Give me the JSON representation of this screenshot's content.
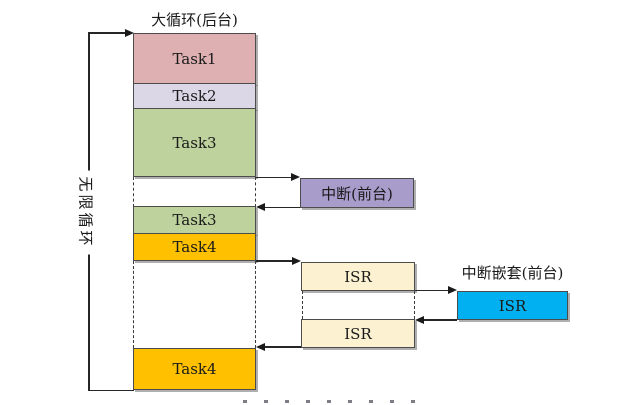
{
  "diagram": {
    "title": "大循环(后台)",
    "loop_label": "无限循环",
    "background_tasks": [
      {
        "label": "Task1"
      },
      {
        "label": "Task2"
      },
      {
        "label": "Task3"
      },
      {
        "label": "Task3"
      },
      {
        "label": "Task4"
      },
      {
        "label": "Task4"
      }
    ],
    "interrupt": {
      "label": "中断(前台)"
    },
    "isr_sequence": [
      {
        "label": "ISR"
      },
      {
        "label": "ISR"
      }
    ],
    "nested_interrupt": {
      "title": "中断嵌套(前台)",
      "label": "ISR"
    },
    "colors": {
      "task1": "#dfb0b2",
      "task2": "#dbd7e7",
      "task3": "#bdd29c",
      "task4": "#ffc000",
      "interrupt": "#a79cca",
      "isr": "#fcf2d1",
      "nested_isr": "#00b0f0",
      "line": "#262626"
    }
  }
}
